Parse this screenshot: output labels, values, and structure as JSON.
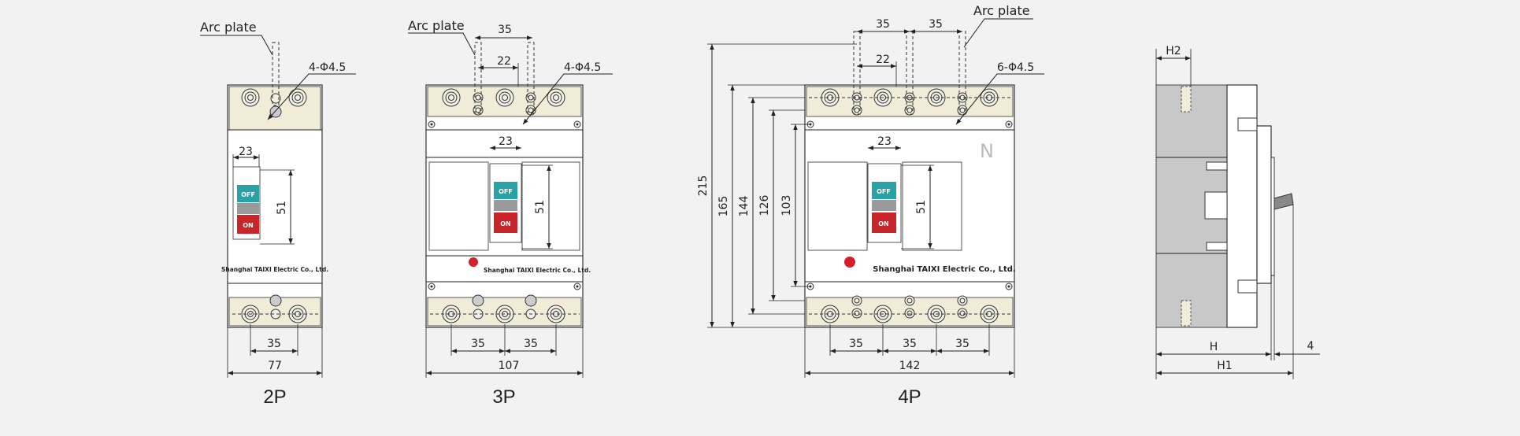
{
  "annotations": {
    "arc_plate": "Arc plate",
    "holes_2p": "4-Φ4.5",
    "holes_3p": "4-Φ4.5",
    "holes_4p": "6-Φ4.5"
  },
  "dimensions": {
    "d35": "35",
    "d22": "22",
    "d23": "23",
    "d51": "51",
    "d77": "77",
    "d107": "107",
    "d142": "142",
    "d215": "215",
    "d165": "165",
    "d144": "144",
    "d126": "126",
    "d103": "103",
    "h2": "H2",
    "h": "H",
    "h1": "H1",
    "d4": "4"
  },
  "switch": {
    "off_label": "OFF",
    "on_label": "ON"
  },
  "brand": "Shanghai TAIXI Electric Co., Ltd.",
  "neutral_mark": "N",
  "captions": {
    "p2": "2P",
    "p3": "3P",
    "p4": "4P"
  },
  "colors": {
    "off": "#2aa1a4",
    "on": "#c8252a",
    "terminal": "#f1ecd8",
    "background": "#f2f2f2"
  }
}
